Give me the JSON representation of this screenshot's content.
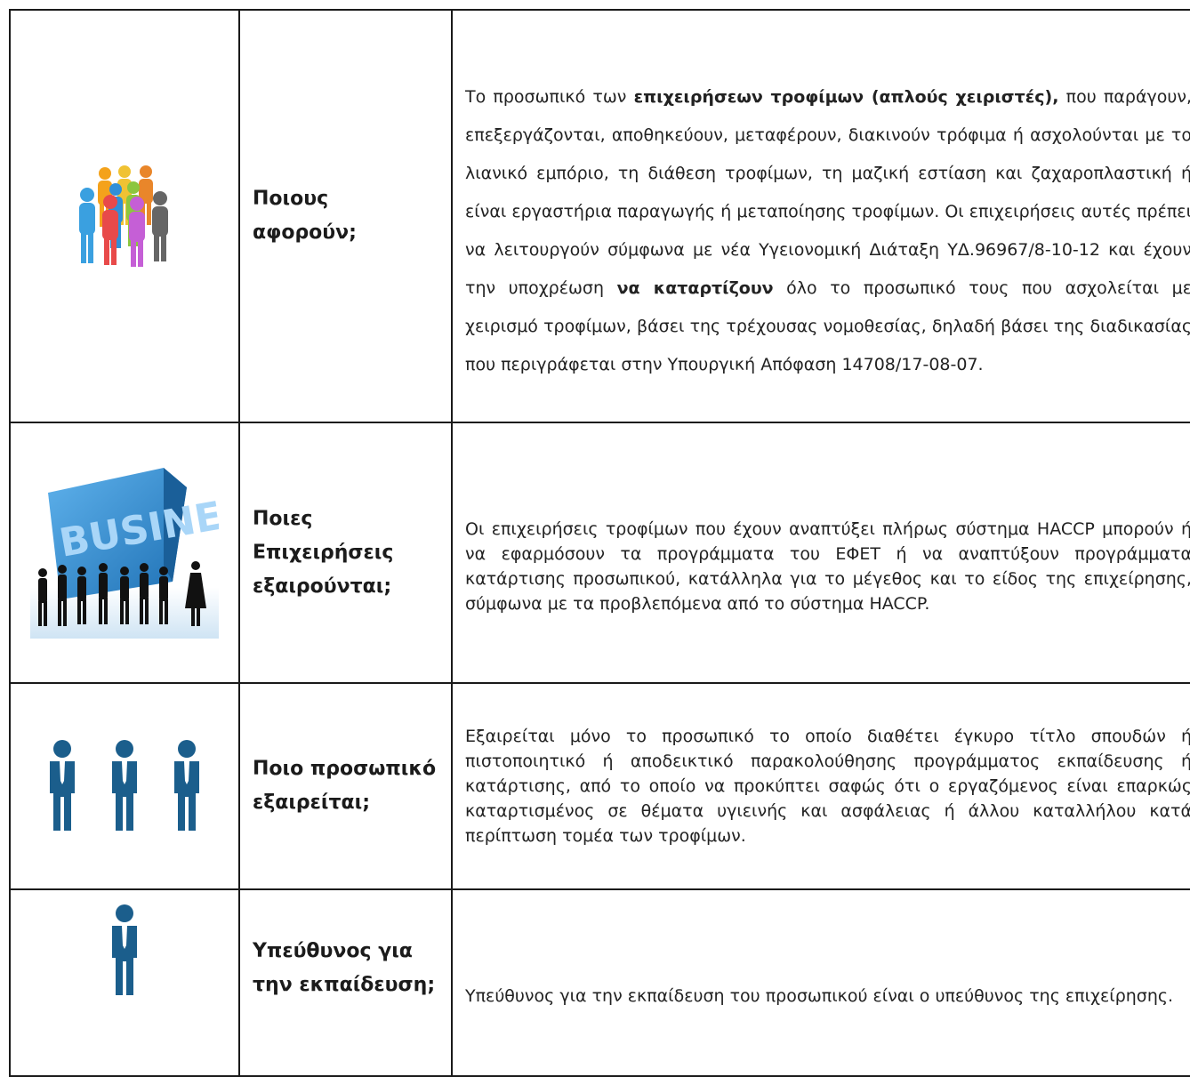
{
  "rows": [
    {
      "question": "Ποιους αφορούν;",
      "answer": {
        "p1": "Το προσωπικό των ",
        "b1": "επιχειρήσεων τροφίμων (απλούς χειριστές),",
        "p2": " που παράγουν, επεξεργάζονται, αποθηκεύουν, μεταφέρουν, διακινούν τρόφιμα ή ασχολούνται με το λιανικό εμπόριο, τη διάθεση τροφίμων, τη μαζική εστίαση και ζαχαροπλαστική ή είναι εργαστήρια παραγωγής ή μεταποίησης τροφίμων. Οι επιχειρήσεις αυτές πρέπει να λειτουργούν σύμφωνα με νέα Υγειονομική Διάταξη ΥΔ.96967/8-10-12 και έχουν την υποχρέωση ",
        "b2": "να καταρτίζουν",
        "p3": " όλο το προσωπικό τους που ασχολείται με χειρισμό τροφίμων, βάσει της τρέχουσας νομοθεσίας, δηλαδή βάσει της διαδικασίας που περιγράφεται στην Υπουργική Απόφαση 14708/17-08-07."
      },
      "icon": "colorful-people-group-icon"
    },
    {
      "question": "Ποιες Επιχειρήσεις εξαιρούνται;",
      "answer": "Οι επιχειρήσεις τροφίμων που έχουν αναπτύξει πλήρως σύστημα HACCP μπορούν ή να εφαρμόσουν τα προγράμματα του ΕΦΕΤ ή να αναπτύξουν προγράμματα κατάρτισης προσωπικού, κατάλληλα για το μέγεθος και το είδος της επιχείρησης, σύμφωνα με τα προβλεπόμενα από το σύστημα HACCP.",
      "image_text": "BUSINESS",
      "icon": "business-people-image"
    },
    {
      "question": "Ποιο προσωπικό εξαιρείται;",
      "answer": "Εξαιρείται μόνο το προσωπικό το οποίο διαθέτει έγκυρο τίτλο σπουδών ή πιστοποιητικό ή αποδεικτικό παρακολούθησης προγράμματος εκπαίδευσης ή κατάρτισης, από το οποίο να προκύπτει σαφώς ότι ο εργαζόμενος είναι επαρκώς καταρτισμένος σε θέματα υγιεινής και ασφάλειας ή άλλου καταλλήλου κατά περίπτωση τομέα των τροφίμων.",
      "icon": "three-businessmen-icon"
    },
    {
      "question": "Υπεύθυνος για την εκπαίδευση;",
      "answer": "Υπεύθυνος για την εκπαίδευση του προσωπικού είναι ο υπεύθυνος της επιχείρησης.",
      "icon": "businessman-icon"
    }
  ],
  "colors": {
    "border": "#1a1a1a",
    "businessman": "#1b5e8c",
    "banner": "#2a86c8"
  }
}
